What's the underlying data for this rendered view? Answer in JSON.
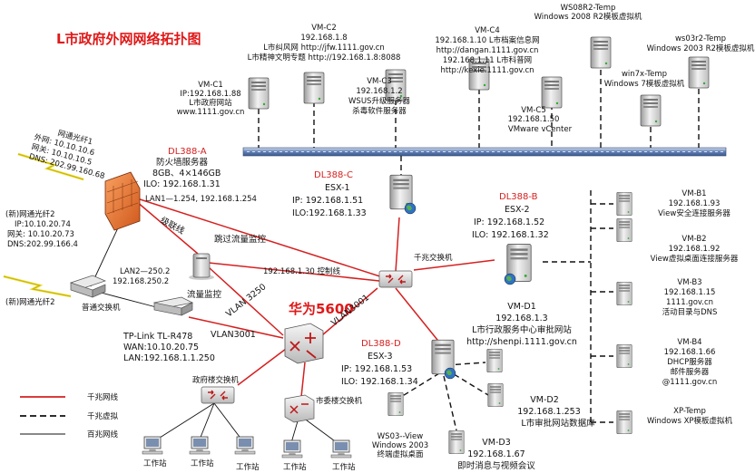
{
  "title": "L市政府外网网络拓扑图",
  "servers_top": {
    "vmc1": {
      "name": "VM-C1",
      "l1": "IP:192.168.1.88",
      "l2": "L市政府网站",
      "l3": "www.1111.gov.cn"
    },
    "vmc2": {
      "name": "VM-C2",
      "l1": "192.168.1.8",
      "l2": "L市纠风网  http://jfw.1111.gov.cn",
      "l3": "L市精神文明专题  http://192.168.1.8:8088"
    },
    "vmc3": {
      "name": "VM-C3",
      "l1": "192.168.1.2",
      "l2": "WSUS升级服务器",
      "l3": "杀毒软件服务器"
    },
    "vmc4": {
      "name": "VM-C4",
      "l1": "192.168.1.10  L市档案信息网",
      "l2": "http://dangan.1111.gov.cn",
      "l3": "192.168.1.11  L市科普网",
      "l4": "http://kexie.1111.gov.cn"
    },
    "vmc5": {
      "name": "VM-C5",
      "l1": "192.168.1.50",
      "l2": "VMware vCenter"
    },
    "ws08": {
      "l1": "WS08R2-Temp",
      "l2": "Windows 2008 R2模板虚拟机"
    },
    "ws03": {
      "l1": "ws03r2-Temp",
      "l2": "Windows 2003 R2模板虚拟机"
    },
    "win7": {
      "l1": "win7x-Temp",
      "l2": "Windows 7模板虚拟机"
    }
  },
  "left": {
    "fiber1": {
      "l1": "网通光纤1",
      "l2": "外网: 10.10.10.6",
      "l3": "网关: 10.10.10.5",
      "l4": "DNS: 202.99.160.68"
    },
    "fiber2": {
      "l1": "(新)网通光纤2",
      "l2": "IP:10.10.20.74",
      "l3": "网关: 10.10.20.73",
      "l4": "DNS:202.99.166.4"
    },
    "fiber2b": "(新)网通光纤2",
    "switch": "普通交换机",
    "router": {
      "l1": "TP-Link TL-R478",
      "l2": "WAN:10.10.20.75",
      "l3": "LAN:192.168.1.1.250"
    }
  },
  "dl388a": {
    "name": "DL388-A",
    "l1": "防火墙服务器",
    "l2": "8GB、4×146GB",
    "l3": "ILO: 192.168.1.31",
    "lan1": "LAN1—1.254, 192.168.1.254",
    "lan2": "LAN2—250.2",
    "lan2b": "192.168.250.2",
    "cascade": "级联线"
  },
  "monitor": {
    "label": "流量监控",
    "bypass": "跳过流量监控",
    "ctrl": "192.168.1.30 控制线"
  },
  "dl388c": {
    "name": "DL388-C",
    "l1": "ESX-1",
    "l2": "IP:  192.168.1.51",
    "l3": "ILO:192.168.1.33"
  },
  "dl388b": {
    "name": "DL388-B",
    "l1": "ESX-2",
    "l2": "IP:  192.168.1.52",
    "l3": "ILO:  192.168.1.32"
  },
  "dl388d": {
    "name": "DL388-D",
    "l1": "ESX-3",
    "l2": "IP:  192.168.1.53",
    "l3": "ILO:  192.168.1.34"
  },
  "gig_switch": "千兆交换机",
  "huawei": {
    "name": "华为5600",
    "vlan3250": "VLAN 3250",
    "vlan3001a": "VLAN3001",
    "vlan3001b": "VLAN3001"
  },
  "gov_switch": "政府楼交换机",
  "city_switch": "市委楼交换机",
  "workstation": "工作站",
  "vmd1": {
    "name": "VM-D1",
    "l1": "192.168.1.3",
    "l2": "L市行政服务中心审批网站",
    "l3": "http://shenpi.1111.gov.cn"
  },
  "vmd2": {
    "name": "VM-D2",
    "l1": "192.168.1.253",
    "l2": "L市审批网站数据库"
  },
  "vmd3": {
    "name": "VM-D3",
    "l1": "192.168.1.67",
    "l2": "即时消息与视频会议"
  },
  "ws03view": {
    "l1": "WS03--View",
    "l2": "Windows 2003",
    "l3": "终端虚拟桌面"
  },
  "right": {
    "b1": {
      "name": "VM-B1",
      "l1": "192.168.1.93",
      "l2": "View安全连接服务器"
    },
    "b2": {
      "name": "VM-B2",
      "l1": "192.168.1.92",
      "l2": "View虚拟桌面连接服务器"
    },
    "b3": {
      "name": "VM-B3",
      "l1": "192.168.1.15",
      "l2": "1111.gov.cn",
      "l3": "活动目录与DNS"
    },
    "b4": {
      "name": "VM-B4",
      "l1": "192.168.1.66",
      "l2": "DHCP服务器",
      "l3": "邮件服务器",
      "l4": "@1111.gov.cn"
    },
    "xp": {
      "l1": "XP-Temp",
      "l2": "Windows XP模板虚拟机"
    }
  },
  "legend": {
    "gig": "千兆网线",
    "virt": "千兆虚拟",
    "hundred": "百兆网线"
  },
  "colors": {
    "red_line": "#d62020",
    "backbone": "#6f8fc0"
  }
}
